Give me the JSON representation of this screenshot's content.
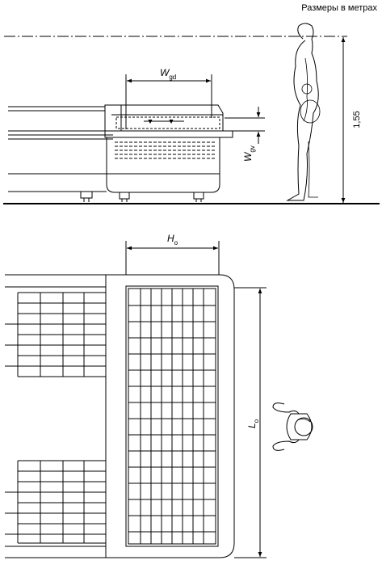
{
  "units_note": "Размеры в метрах",
  "side_view": {
    "width_label": {
      "main": "W",
      "sub": "gd"
    },
    "vertical_label": {
      "main": "W",
      "sub": "gv"
    },
    "eye_height": "1,55"
  },
  "plan_view": {
    "width_label": {
      "main": "H",
      "sub": "o"
    },
    "length_label": {
      "main": "L",
      "sub": "o"
    }
  }
}
